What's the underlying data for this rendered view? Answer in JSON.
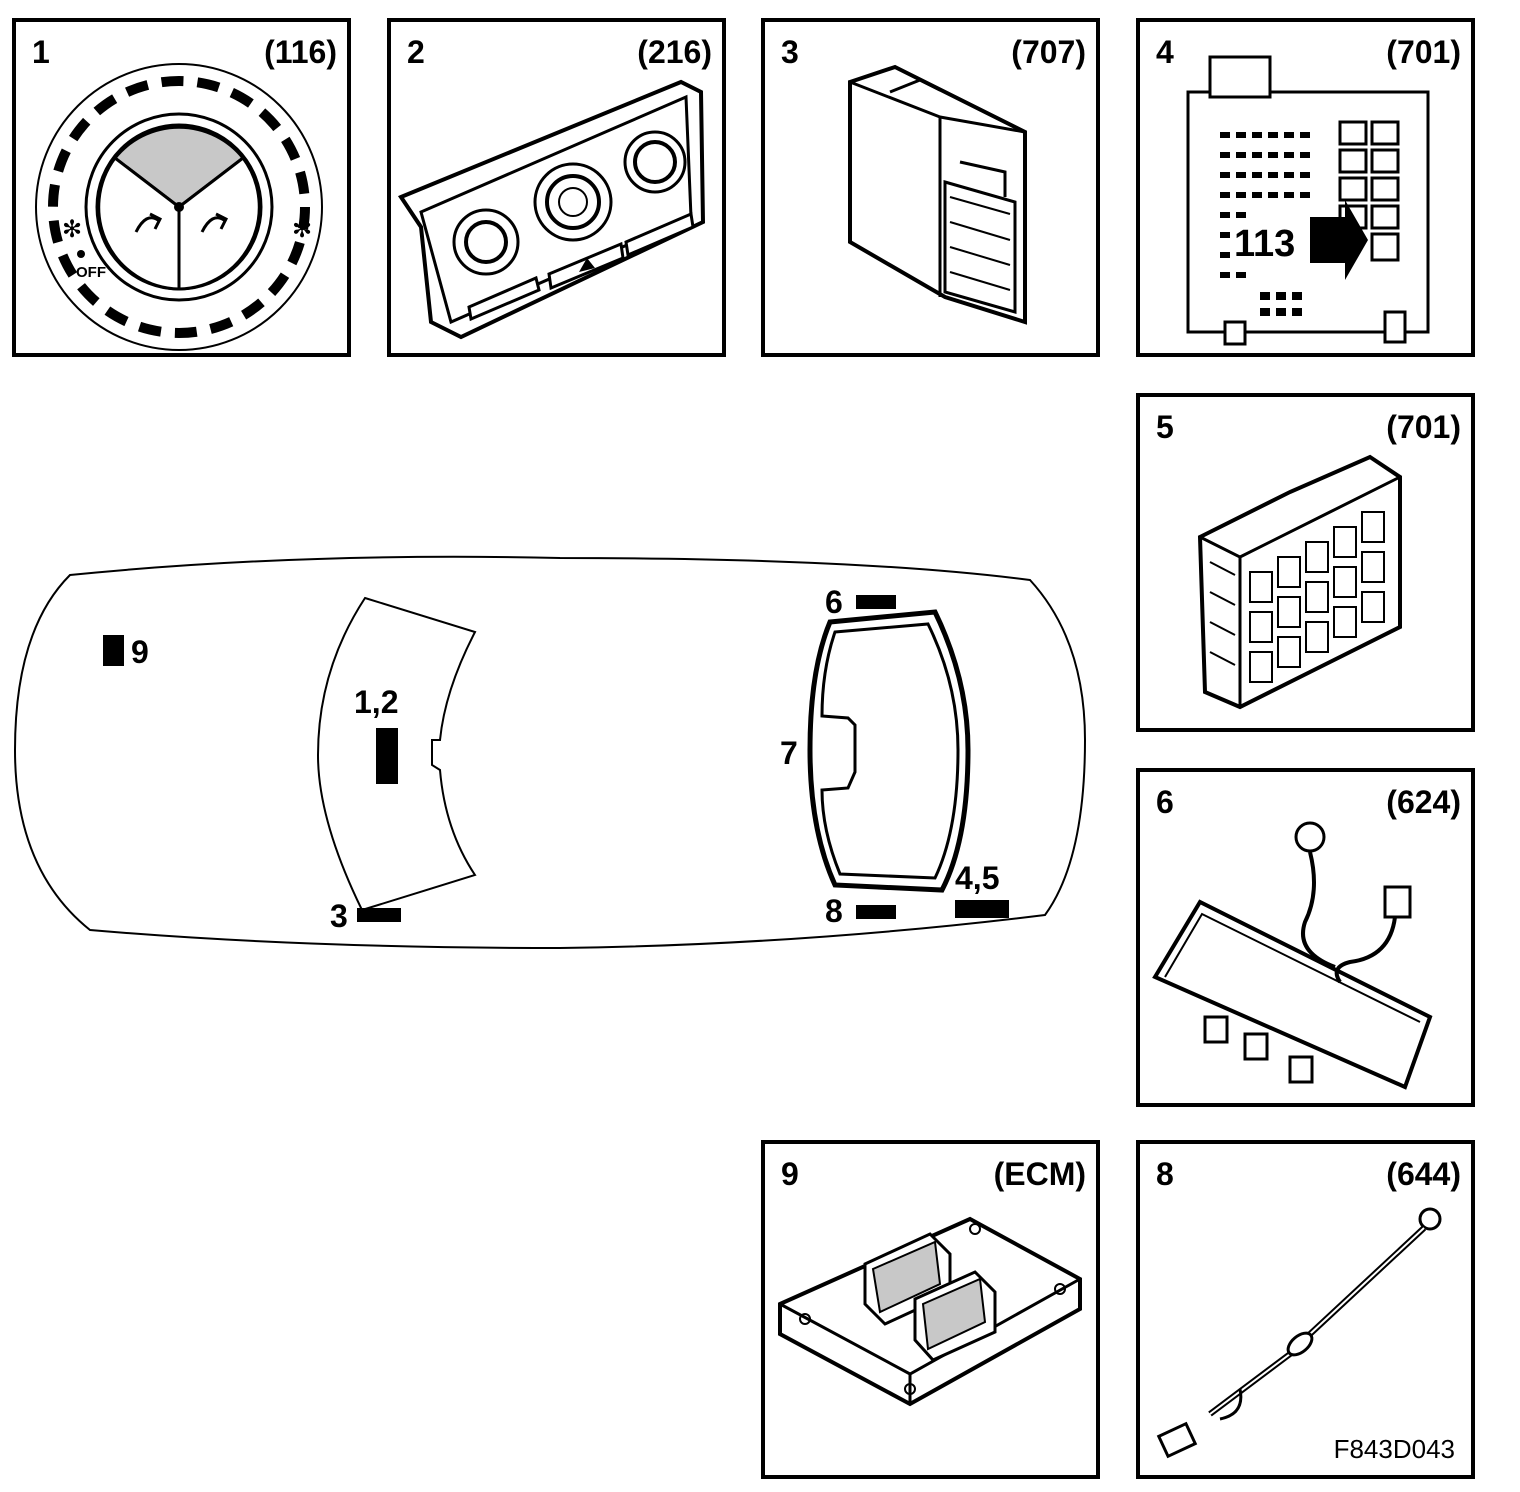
{
  "panels": [
    {
      "number": "1",
      "code": "(116)",
      "icon": "climate-rotary-control"
    },
    {
      "number": "2",
      "code": "(216)",
      "icon": "climate-control-panel"
    },
    {
      "number": "3",
      "code": "(707)",
      "icon": "control-module"
    },
    {
      "number": "4",
      "code": "(701)",
      "icon": "relay-fuse-board",
      "inset_label": "113"
    },
    {
      "number": "5",
      "code": "(701)",
      "icon": "connector-block"
    },
    {
      "number": "6",
      "code": "(624)",
      "icon": "sensor-harness"
    },
    {
      "number": "9",
      "code": "(ECM)",
      "icon": "engine-control-module"
    },
    {
      "number": "8",
      "code": "(644)",
      "icon": "wire-harness",
      "figure_ref": "F843D043"
    }
  ],
  "panel1": {
    "off_label": "OFF"
  },
  "car": {
    "labels": {
      "l9": "9",
      "l12": "1,2",
      "l3": "3",
      "l6": "6",
      "l7": "7",
      "l8": "8",
      "l45": "4,5"
    }
  },
  "colors": {
    "line": "#000000",
    "background": "#ffffff",
    "shade": "#c8c8c8"
  }
}
